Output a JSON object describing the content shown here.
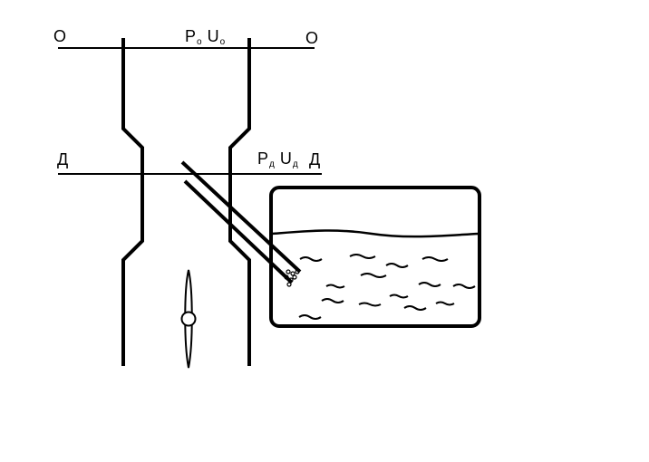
{
  "section_top": {
    "left_letter": "О",
    "right_letter": "О",
    "pressure_symbol": "P",
    "pressure_subscript": "о",
    "velocity_symbol": "U",
    "velocity_subscript": "о"
  },
  "section_throat": {
    "left_letter": "Д",
    "right_letter": "Д",
    "pressure_symbol": "P",
    "pressure_subscript": "д",
    "velocity_symbol": "U",
    "velocity_subscript": "д"
  },
  "colors": {
    "stroke": "#000000",
    "background": "#ffffff"
  }
}
